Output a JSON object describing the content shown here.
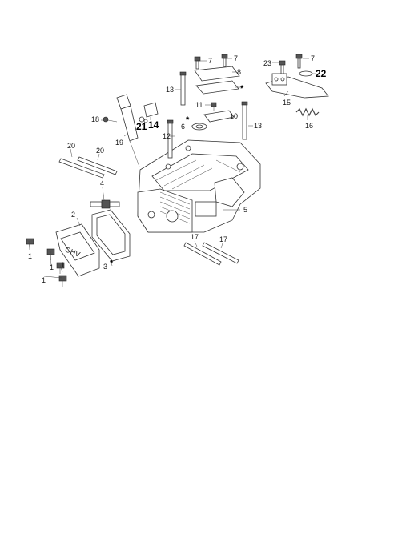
{
  "labels": {
    "l1a": "1",
    "l1b": "1",
    "l1c": "1",
    "l1d": "1",
    "l2": "2",
    "l3": "3",
    "l4": "4",
    "l5": "5",
    "l6": "6",
    "l7a": "7",
    "l7b": "7",
    "l7c": "7",
    "l8": "8",
    "l10": "10",
    "l11": "11",
    "l12": "12",
    "l13a": "13",
    "l13b": "13",
    "l14": "14",
    "l15": "15",
    "l16": "16",
    "l17a": "17",
    "l17b": "17",
    "l18": "18",
    "l19": "19",
    "l20a": "20",
    "l20b": "20",
    "l21": "21",
    "l22": "22",
    "l23": "23",
    "ast1": "*",
    "ast2": "*",
    "ast3": "*"
  },
  "cover_logo": "OHV"
}
